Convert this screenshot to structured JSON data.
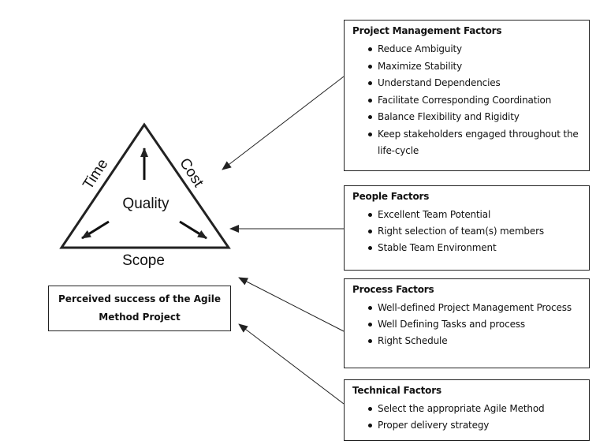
{
  "triangle": {
    "center_label": "Quality",
    "left_side_label": "Time",
    "right_side_label": "Cost",
    "bottom_label": "Scope"
  },
  "outcome": {
    "label": "Perceived success of the Agile Method Project"
  },
  "factor_groups": [
    {
      "title": "Project Management Factors",
      "items": [
        "Reduce Ambiguity",
        "Maximize Stability",
        "Understand Dependencies",
        "Facilitate Corresponding Coordination",
        "Balance Flexibility and Rigidity",
        "Keep stakeholders engaged throughout the life-cycle"
      ]
    },
    {
      "title": "People Factors",
      "items": [
        "Excellent Team Potential",
        "Right selection of team(s) members",
        "Stable Team Environment"
      ]
    },
    {
      "title": "Process Factors",
      "items": [
        "Well-defined Project Management Process",
        "Well Defining Tasks and process",
        "Right Schedule"
      ]
    },
    {
      "title": "Technical Factors",
      "items": [
        "Select the appropriate Agile Method",
        "Proper delivery strategy"
      ]
    }
  ],
  "colors": {
    "line": "#222222",
    "text": "#111111",
    "background": "#ffffff"
  }
}
